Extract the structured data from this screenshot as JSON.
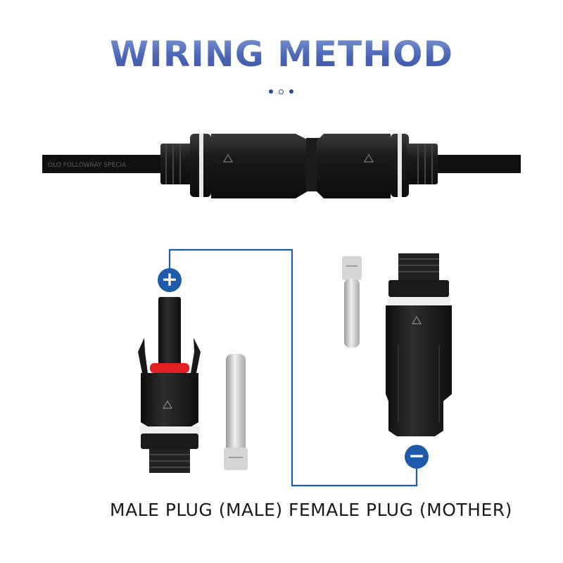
{
  "title": "WIRING METHOD",
  "colors": {
    "title_gradient_top": "#7f9ad4",
    "title_gradient_bottom": "#3d56a6",
    "wire_line": "#1e5cab",
    "sign_badge": "#1e5cab",
    "connector_body": "#151515",
    "pin_metal": "#c9c9c9",
    "o_ring": "#e02020"
  },
  "icons": {
    "positive": "plus-icon",
    "negative": "minus-icon"
  },
  "signs": {
    "positive": "+",
    "negative": "−"
  },
  "labels": {
    "male": "MALE PLUG (MALE)",
    "female": "FEMALE PLUG (MOTHER)"
  },
  "cable_print": "OLO FOLLOWRAY SPECIA"
}
